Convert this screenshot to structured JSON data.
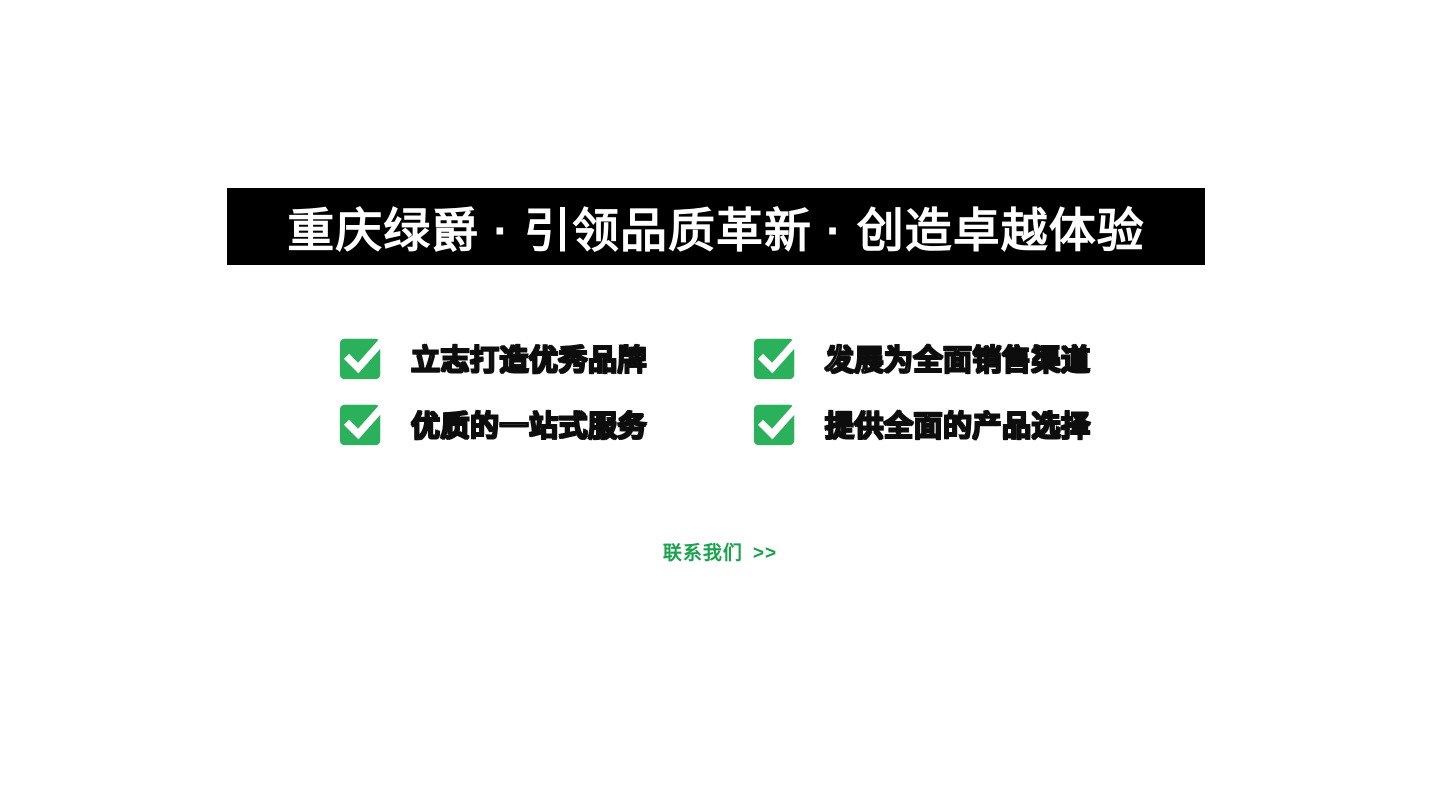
{
  "banner": {
    "title": "重庆绿爵 · 引领品质革新 · 创造卓越体验"
  },
  "features": {
    "items": [
      {
        "label": "立志打造优秀品牌"
      },
      {
        "label": "发展为全面销售渠道"
      },
      {
        "label": "优质的一站式服务"
      },
      {
        "label": "提供全面的产品选择"
      }
    ]
  },
  "cta": {
    "label": "联系我们",
    "arrow": ">>"
  },
  "colors": {
    "accent_green": "#2bb05c",
    "cta_green": "#1ba24e",
    "banner_bg": "#000000",
    "banner_fg": "#ffffff"
  },
  "icons": {
    "check": "check-icon"
  }
}
